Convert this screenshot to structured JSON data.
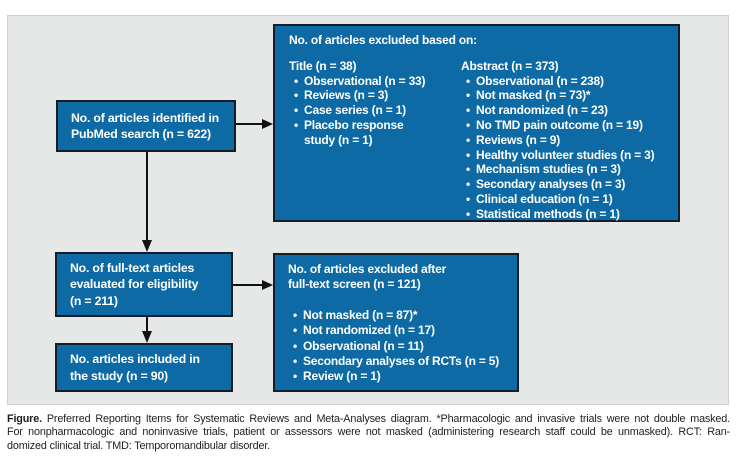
{
  "boxes": {
    "identified": {
      "lines": [
        "No. of articles identified in",
        "PubMed search (n = 622)"
      ]
    },
    "eligibility": {
      "lines": [
        "No. of full-text articles",
        "evaluated for eligibility",
        "(n = 211)"
      ]
    },
    "included": {
      "lines": [
        "No. articles included in",
        "the study (n = 90)"
      ]
    }
  },
  "excluded_initial": {
    "header": "No. of articles excluded based on:",
    "title_col": {
      "heading": "Title (n = 38)",
      "items": [
        "Observational (n = 33)",
        "Reviews (n = 3)",
        "Case series (n = 1)",
        "Placebo response\nstudy (n = 1)"
      ]
    },
    "abstract_col": {
      "heading": "Abstract (n = 373)",
      "items": [
        "Observational (n = 238)",
        "Not masked (n = 73)*",
        "Not randomized (n = 23)",
        "No TMD pain outcome (n = 19)",
        "Reviews (n = 9)",
        "Healthy volunteer studies (n = 3)",
        "Mechanism studies (n = 3)",
        "Secondary analyses (n = 3)",
        "Clinical education (n = 1)",
        "Statistical methods (n = 1)"
      ]
    }
  },
  "excluded_fulltext": {
    "header_lines": [
      "No. of articles excluded after",
      "full-text screen (n = 121)"
    ],
    "items": [
      "Not masked (n = 87)*",
      "Not randomized (n = 17)",
      "Observational (n = 11)",
      "Secondary analyses of RCTs (n = 5)",
      "Review (n = 1)"
    ]
  },
  "glyphs": {
    "bullet": "•"
  },
  "caption": {
    "label": "Figure.",
    "line1_rest": " Preferred Reporting Items for Systematic Reviews and Meta-Analyses diagram. *Pharmacologic and invasive trials were not double masked.",
    "line2": "For nonpharmacologic and noninvasive trials, patient or assessors were not masked (administering research staff could be unmasked). RCT: Ran-",
    "line3": "domized clinical trial. TMD: Temporomandibular disorder."
  },
  "colors": {
    "box_blue": "#0E6AA5",
    "box_border": "#161D24",
    "panel_background": "#E6E8E8",
    "arrow": "#121212",
    "text_on_blue": "#FFFFFF"
  }
}
